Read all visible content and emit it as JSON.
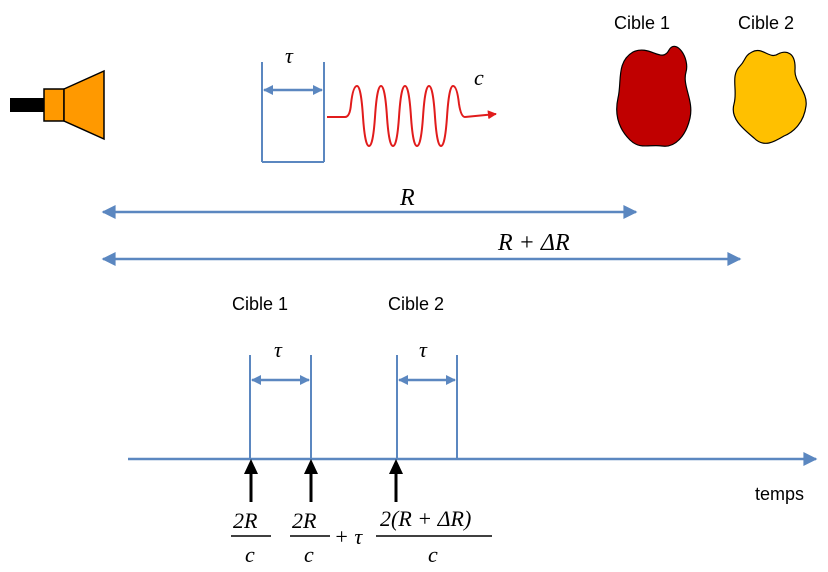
{
  "labels": {
    "target1_top": "Cible 1",
    "target2_top": "Cible 2",
    "tau": "τ",
    "c": "c",
    "R": "R",
    "R_plus_dR": "R + ΔR",
    "target1_bottom": "Cible 1",
    "target2_bottom": "Cible 2",
    "tau1": "τ",
    "tau2": "τ",
    "time_axis": "temps",
    "t1_num": "2R",
    "t1_den": "c",
    "t2_num": "2R",
    "t2_den": "c",
    "t2_plus": "+ τ",
    "t3_num": "2(R + ΔR)",
    "t3_den": "c"
  },
  "colors": {
    "line": "#5b87c0",
    "wave": "#e11c1c",
    "target1": "#c00000",
    "target2": "#ffc000",
    "speaker": "#ff9900"
  },
  "icons": {
    "emitter": "loudspeaker-icon",
    "target1": "blob-shape",
    "target2": "blob-shape"
  }
}
